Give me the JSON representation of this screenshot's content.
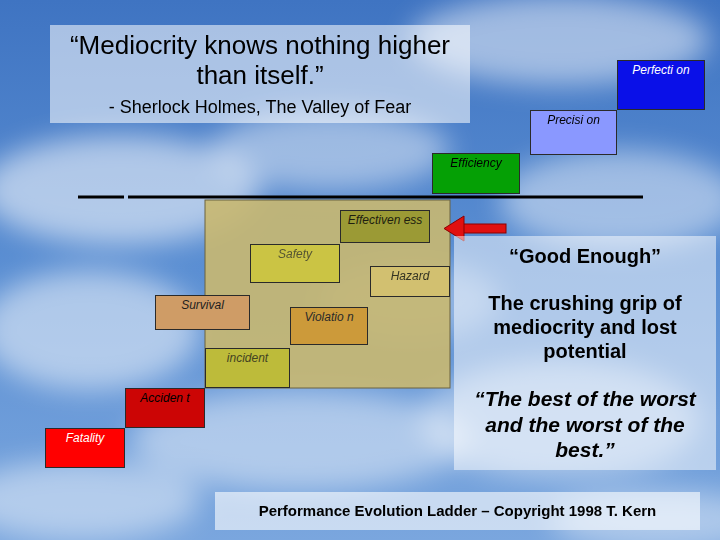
{
  "diagram": {
    "nodes": [
      {
        "text": [
          "“Mediocrity knows nothing higher than itself.”",
          "- Sherlock Holmes, The Valley of Fear"
        ]
      },
      {
        "text": [
          "Perfecti on"
        ]
      },
      {
        "text": [
          "Precisi on"
        ]
      },
      {
        "text": [
          "Efficiency"
        ]
      },
      {
        "text": [
          "Effectiven ess"
        ]
      },
      {
        "text": [
          "Safety"
        ]
      },
      {
        "text": [
          "Hazard"
        ]
      },
      {
        "text": [
          "Survival"
        ]
      },
      {
        "text": [
          "Violatio n"
        ]
      },
      {
        "text": [
          "incident"
        ]
      },
      {
        "text": [
          "Acciden t"
        ]
      },
      {
        "text": [
          "Fatality"
        ]
      },
      {
        "text": [
          "“Good Enough”",
          "The crushing grip of mediocrity and lost potential",
          "“The best of the worst and the worst of the best.”"
        ]
      },
      {
        "text": [
          "Performance Evolution Ladder – Copyright 1998 T. Kern"
        ]
      }
    ]
  }
}
